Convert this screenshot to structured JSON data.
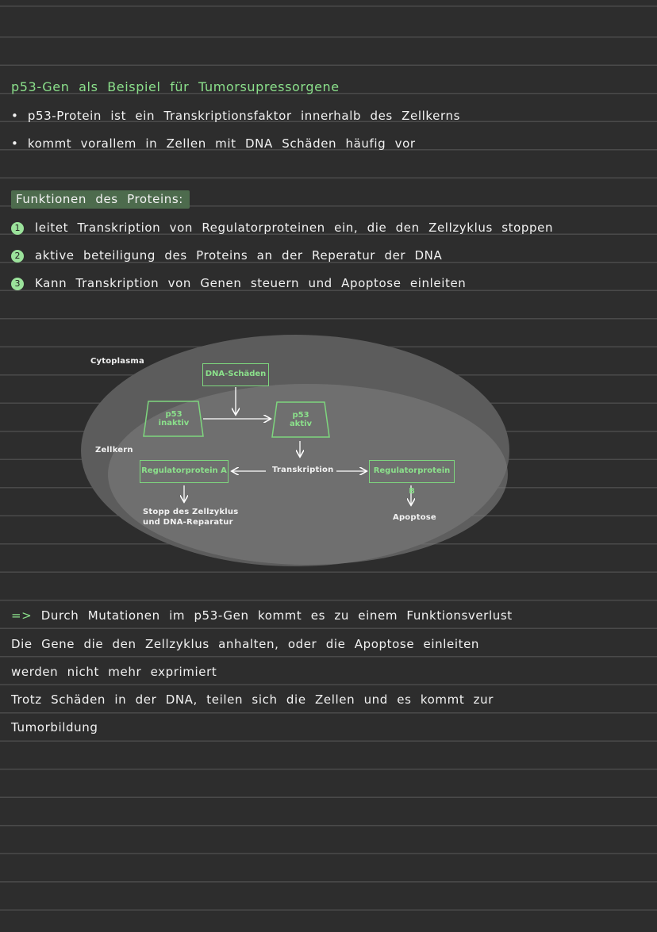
{
  "title": "p53-Gen als Beispiel für Tumorsupressorgene",
  "bullets": [
    "p53-Protein ist ein Transkriptionsfaktor innerhalb des Zellkerns",
    "kommt vorallem in Zellen mit DNA Schäden häufig vor"
  ],
  "functions_title": "Funktionen des Proteins:",
  "functions": [
    {
      "num": "1",
      "text": "leitet Transkription von Regulatorproteinen ein, die den Zellzyklus stoppen"
    },
    {
      "num": "2",
      "text": "aktive beteiligung des Proteins an der Reperatur der DNA"
    },
    {
      "num": "3",
      "text": "Kann Transkription von Genen steuern und Apoptose einleiten"
    }
  ],
  "diagram": {
    "cytoplasma": "Cytoplasma",
    "zellkern": "Zellkern",
    "dna_schaeden": "DNA-Schäden",
    "p53_inaktiv_1": "p53",
    "p53_inaktiv_2": "inaktiv",
    "p53_aktiv_1": "p53",
    "p53_aktiv_2": "aktiv",
    "transkription": "Transkription",
    "regulator_a": "Regulatorprotein A",
    "regulator_b": "Regulatorprotein B",
    "stopp_1": "Stopp des Zellzyklus",
    "stopp_2": "und DNA-Reparatur",
    "apoptose": "Apoptose"
  },
  "conclusion": {
    "arrow": "=>",
    "line1": "Durch Mutationen im p53-Gen kommt es zu einem Funktionsverlust",
    "line2": "Die Gene die den Zellzyklus anhalten, oder die Apoptose einleiten",
    "line3": "werden nicht mehr exprimiert",
    "line4": "Trotz Schäden in der DNA, teilen sich die Zellen und es kommt zur",
    "line5": "Tumorbildung"
  },
  "colors": {
    "background": "#2d2d2d",
    "accent_green": "#8be08b",
    "highlight": "#4d6b4d",
    "cell_outer": "#5a5a5a",
    "cell_nucleus": "#7a7a7a"
  }
}
